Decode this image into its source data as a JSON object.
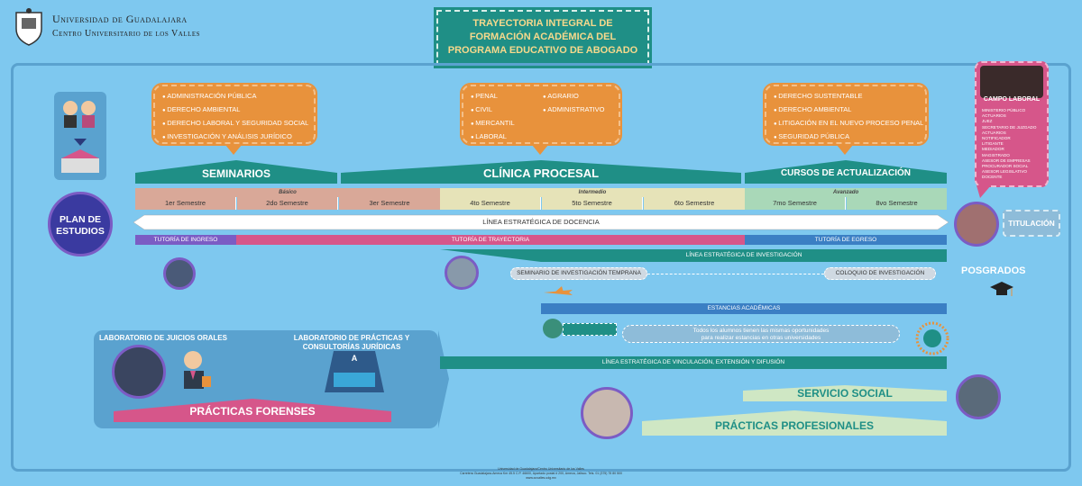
{
  "header": {
    "university": "Universidad de Guadalajara",
    "center": "Centro Universitario de los Valles",
    "title_lines": [
      "TRAYECTORIA INTEGRAL DE",
      "FORMACIÓN ACADÉMICA DEL",
      "PROGRAMA EDUCATIVO DE ABOGADO"
    ]
  },
  "bubbles": {
    "seminarios": [
      "ADMINISTRACIÓN PÚBLICA",
      "DERECHO AMBIENTAL",
      "DERECHO LABORAL Y SEGURIDAD SOCIAL",
      "INVESTIGACIÓN Y ANÁLISIS JURÍDICO"
    ],
    "clinica_col1": [
      "PENAL",
      "CIVIL",
      "MERCANTIL",
      "LABORAL"
    ],
    "clinica_col2": [
      "AGRARIO",
      "ADMINISTRATIVO"
    ],
    "cursos": [
      "DERECHO SUSTENTABLE",
      "DERECHO AMBIENTAL",
      "LITIGACIÓN EN EL NUEVO PROCESO PENAL",
      "SEGURIDAD PÚBLICA"
    ]
  },
  "banners": {
    "seminarios": "SEMINARIOS",
    "clinica": "CLÍNICA PROCESAL",
    "cursos": "CURSOS DE ACTUALIZACIÓN"
  },
  "levels": {
    "basico": "Básico",
    "intermedio": "Intermedio",
    "avanzado": "Avanzado"
  },
  "semesters": [
    "1er Semestre",
    "2do Semestre",
    "3er Semestre",
    "4to Semestre",
    "5to Semestre",
    "6to Semestre",
    "7mo Semestre",
    "8vo Semestre"
  ],
  "plan": {
    "line1": "PLAN DE",
    "line2": "ESTUDIOS"
  },
  "docencia": "LÍNEA ESTRATÉGICA DE DOCENCIA",
  "tutorias": {
    "ingreso": "TUTORÍA DE INGRESO",
    "trayectoria": "TUTORÍA DE TRAYECTORIA",
    "egreso": "TUTORÍA DE EGRESO"
  },
  "investigacion": {
    "line": "LÍNEA ESTRATÉGICA DE INVESTIGACIÓN",
    "seminario": "SEMINARIO DE INVESTIGACIÓN TEMPRANA",
    "coloquio": "COLOQUIO DE INVESTIGACIÓN"
  },
  "estancias": {
    "title": "ESTANCIAS ACADÉMICAS",
    "note_line1": "Todos los alumnos tienen las mismas oportunidades",
    "note_line2": "para realizar estancias en otras universidades"
  },
  "vinculacion": "LÍNEA ESTRATÉGICA DE VINCULACIÓN, EXTENSIÓN Y DIFUSIÓN",
  "labs": {
    "juicios": "LABORATORIO DE JUICIOS ORALES",
    "practicas_line1": "LABORATORIO DE PRÁCTICAS Y",
    "practicas_line2": "CONSULTORÍAS JURÍDICAS",
    "forenses": "PRÁCTICAS FORENSES",
    "sign": "A"
  },
  "servicio_social": "SERVICIO SOCIAL",
  "practicas_profesionales": "PRÁCTICAS PROFESIONALES",
  "campo_laboral": {
    "title": "CAMPO LABORAL",
    "items": [
      "MINISTERIO PÚBLICO",
      "ACTUARIOS",
      "JUEZ",
      "SECRETARIO DE JUZGADO",
      "ACTUARIOS",
      "NOTIFICADOR",
      "LITIGANTE",
      "MEDIADOR",
      "MAGISTRADO",
      "ASESOR DE EMPRESAS",
      "PROCURADOR SOCIAL",
      "ASESOR LEGISLATIVO",
      "DOCENTE"
    ]
  },
  "titulacion": "TITULACIÓN",
  "posgrados": "POSGRADOS",
  "footer": {
    "line1": "Universidad de Guadalajara/Centro Universitario de los Valles",
    "line2": "Carretera Guadalajara-Ameca Km 45.5 C.P. 46600, Apartado postal # 200, Ameca, Jalisco. Tels. 01 (375) 75 80 500",
    "line3": "www.cuvalles.udg.mx"
  },
  "colors": {
    "background": "#7ec8ef",
    "teal": "#1f8f86",
    "orange": "#e8923c",
    "purple": "#7b5cc4",
    "pink": "#d6568a",
    "blue": "#3b7fc4",
    "light_green": "#cfe7c4"
  }
}
